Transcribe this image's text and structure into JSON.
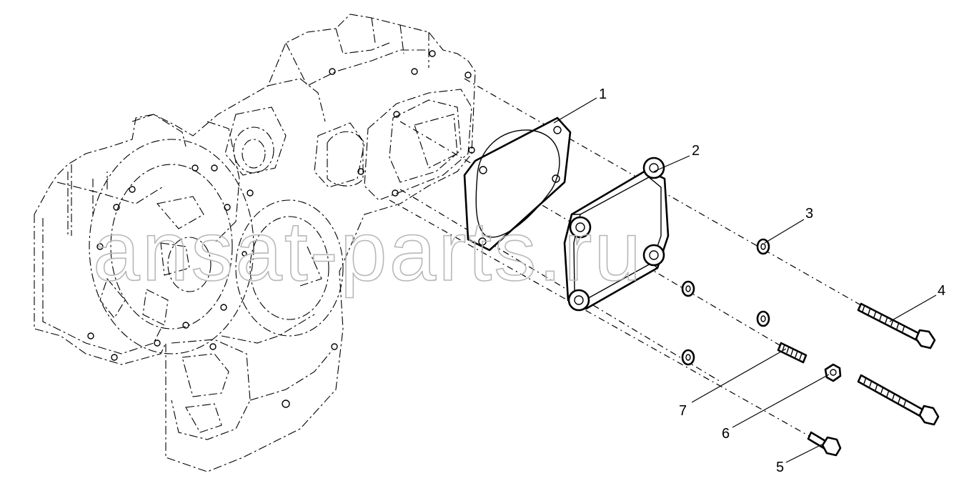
{
  "watermark": "ansat-parts.ru",
  "callouts": [
    {
      "id": "1",
      "label": "1"
    },
    {
      "id": "2",
      "label": "2"
    },
    {
      "id": "3",
      "label": "3"
    },
    {
      "id": "4",
      "label": "4"
    },
    {
      "id": "5",
      "label": "5"
    },
    {
      "id": "6",
      "label": "6"
    },
    {
      "id": "7",
      "label": "7"
    }
  ]
}
